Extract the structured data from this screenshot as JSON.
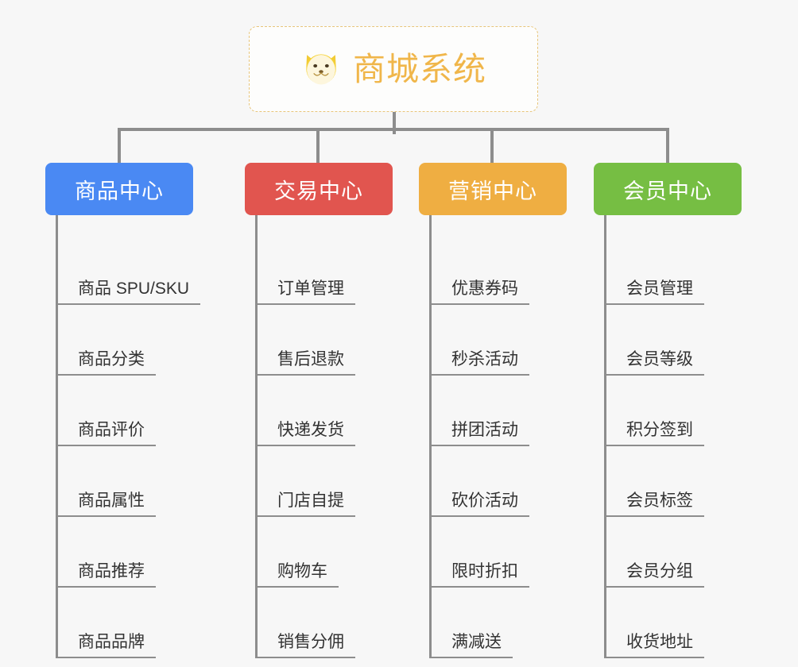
{
  "page": {
    "background_color": "#f7f7f7",
    "type": "mindmap"
  },
  "root": {
    "title": "商城系统",
    "icon": "dog-face-emoji",
    "title_color": "#f0b64a",
    "border_color": "#e8c57a"
  },
  "branches": [
    {
      "label": "商品中心",
      "color": "#4a89f3",
      "items": [
        "商品 SPU/SKU",
        "商品分类",
        "商品评价",
        "商品属性",
        "商品推荐",
        "商品品牌"
      ]
    },
    {
      "label": "交易中心",
      "color": "#e1554f",
      "items": [
        "订单管理",
        "售后退款",
        "快递发货",
        "门店自提",
        "购物车",
        "销售分佣"
      ]
    },
    {
      "label": "营销中心",
      "color": "#efae42",
      "items": [
        "优惠券码",
        "秒杀活动",
        "拼团活动",
        "砍价活动",
        "限时折扣",
        "满减送"
      ]
    },
    {
      "label": "会员中心",
      "color": "#76be43",
      "items": [
        "会员管理",
        "会员等级",
        "积分签到",
        "会员标签",
        "会员分组",
        "收货地址"
      ]
    }
  ]
}
